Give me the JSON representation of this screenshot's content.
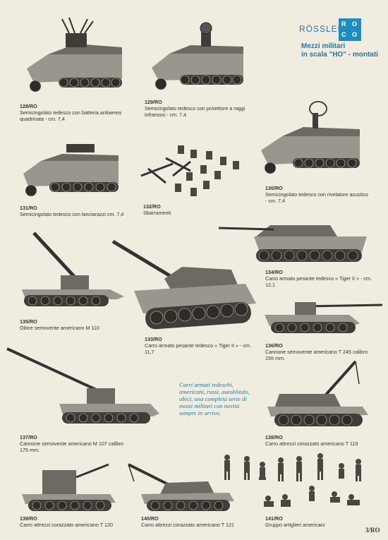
{
  "brand": {
    "name": "RÖSSLER",
    "logo_letters": [
      "R",
      "O",
      "C",
      "O"
    ],
    "accent_color": "#1f8cc0"
  },
  "heading": {
    "line1": "Mezzi militari",
    "line2": "in scala \"HO\" - montati"
  },
  "items": [
    {
      "code": "128/RO",
      "desc": "Semicingolato tedesco con batteria antiaerea quadrinata - cm. 7,4"
    },
    {
      "code": "129/RO",
      "desc": "Semicingolato tedesco con proiettore a raggi infrarossi - cm. 7,4"
    },
    {
      "code": "130/RO",
      "desc": "Semicingolato tedesco con rivelatore acustico - cm. 7,4"
    },
    {
      "code": "131/RO",
      "desc": "Semicingolato tedesco con lanciarazzi cm. 7,4"
    },
    {
      "code": "132/RO",
      "desc": "Sbarramenti"
    },
    {
      "code": "134/RO",
      "desc": "Carro armato pesante tedesco « Tiger II » - cm. 12,1"
    },
    {
      "code": "135/RO",
      "desc": "Obice semovente americano M 110"
    },
    {
      "code": "133/RO",
      "desc": "Carro armato pesante tedesco « Tiger II » - cm. 11,7"
    },
    {
      "code": "136/RO",
      "desc": "Cannone semovente americano T 245 calibro 155 mm."
    },
    {
      "code": "137/RO",
      "desc": "Cannone semovente americano M 107 calibro 175 mm."
    },
    {
      "code": "138/RO",
      "desc": "Carro attrezzi corazzato americano T 119"
    },
    {
      "code": "139/RO",
      "desc": "Carro attrezzi corazzato americano T 120"
    },
    {
      "code": "140/RO",
      "desc": "Carro attrezzi corazzato americano T 121"
    },
    {
      "code": "141/RO",
      "desc": "Gruppo artiglieri americani"
    }
  ],
  "promo": "Carri armati tedeschi, americani, russi, autoblindo, obici, una completa serie di mezzi militari con novità sempre in arrivo.",
  "page_number": "3/RO"
}
